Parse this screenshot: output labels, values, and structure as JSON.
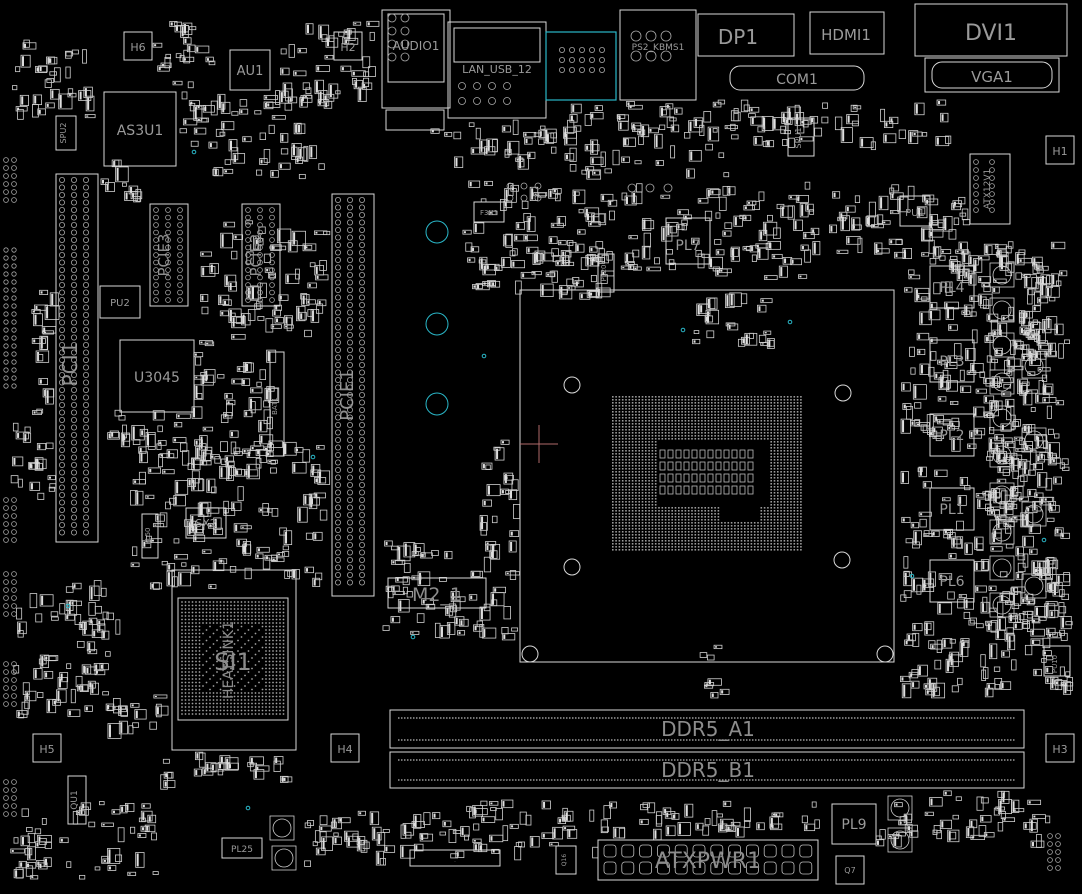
{
  "colors": {
    "background": "#000000",
    "outline": "#d8d8d8",
    "label": "#9a9a9a",
    "highlight": "#2ab7c8",
    "crosshair": "#b06a6a"
  },
  "labels": {
    "h6": "H6",
    "h2": "H2",
    "h1": "H1",
    "h3": "H3",
    "h4": "H4",
    "h5": "H5",
    "au1": "AU1",
    "as3u1": "AS3U1",
    "spu2": "SPU2",
    "audio1": "AUDIO1",
    "lan_usb": "LAN_USB_12",
    "ps2_kbms": "PS2_KBMS1",
    "dp1": "DP1",
    "hdmi": "HDMI1",
    "dvi1": "DVI1",
    "vga1": "VGA1",
    "com1": "COM1",
    "spu1": "SPU1",
    "pu1": "PU1",
    "atx12v": "ATX12V1",
    "pcie3": "PCIE3",
    "pcie2": "PCIE2",
    "pcie1": "PCIE1",
    "pci1": "PCI1",
    "pu2": "PU2",
    "u3045": "U3045",
    "bat1": "BAT1",
    "pl7": "PL7",
    "pl20": "PL20",
    "pl4": "PL4",
    "pl3": "PL3",
    "pl2": "PL2",
    "pl1": "PL1",
    "pl6": "PL6",
    "pl9": "PL9",
    "pl25": "PL25",
    "sx2": "SX2",
    "pl50": "PL50",
    "si1": "SI1",
    "heatsink": "HEATSINK1",
    "m2_1": "M2_1",
    "ddr5_a1": "DDR5_A1",
    "ddr5_b1": "DDR5_B1",
    "atxpwr1": "ATXPWR1",
    "f3u1": "F3U1",
    "qu1": "QU1",
    "q7": "Q7",
    "q16": "Q16",
    "pu10": "PU10",
    "fp1": "FP1"
  }
}
